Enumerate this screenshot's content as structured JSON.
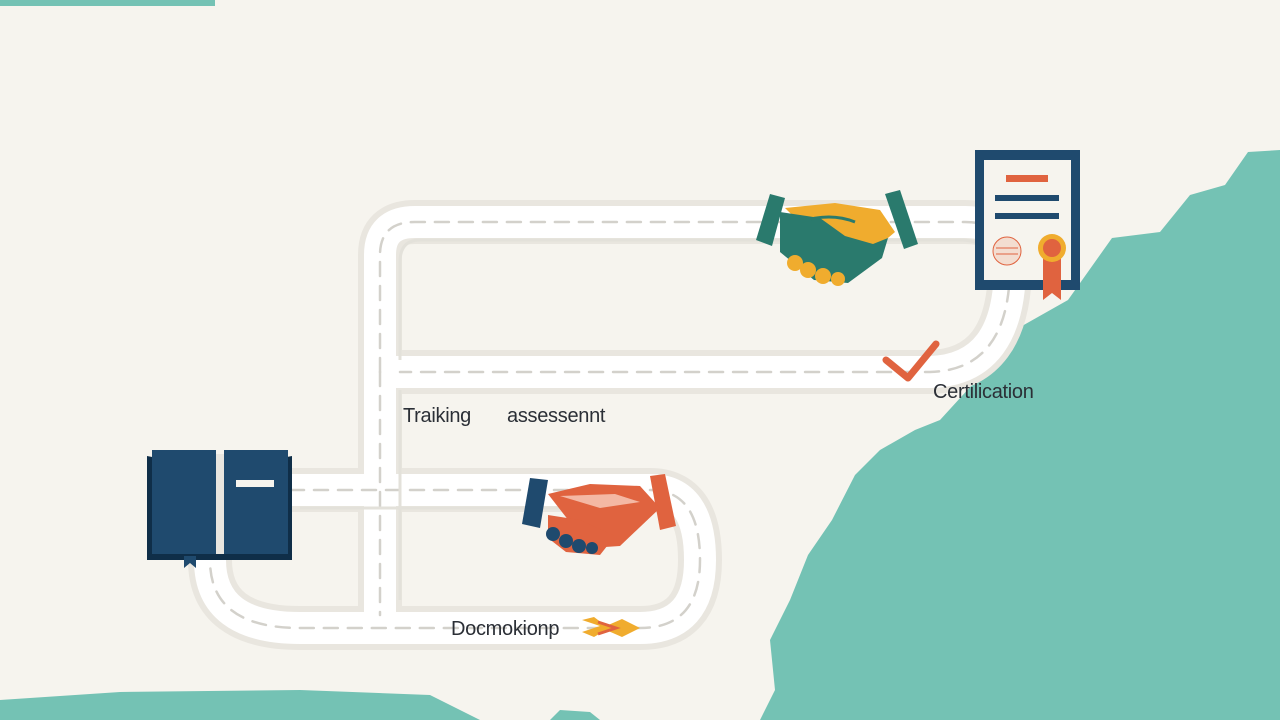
{
  "colors": {
    "background": "#f6f4ee",
    "teal": "#74c2b4",
    "navy": "#1f4a6e",
    "orange": "#e0633f",
    "yellow": "#f0ac2e",
    "dark_teal": "#2a7a6d",
    "road": "#ffffff"
  },
  "labels": {
    "training": "Traiking",
    "assessment": "assessennt",
    "certification": "Certilication",
    "documentation": "Docmokionp"
  },
  "icons": [
    "book-icon",
    "handshake-icon",
    "certificate-icon",
    "checkmark-icon",
    "arrow-star-icon"
  ]
}
